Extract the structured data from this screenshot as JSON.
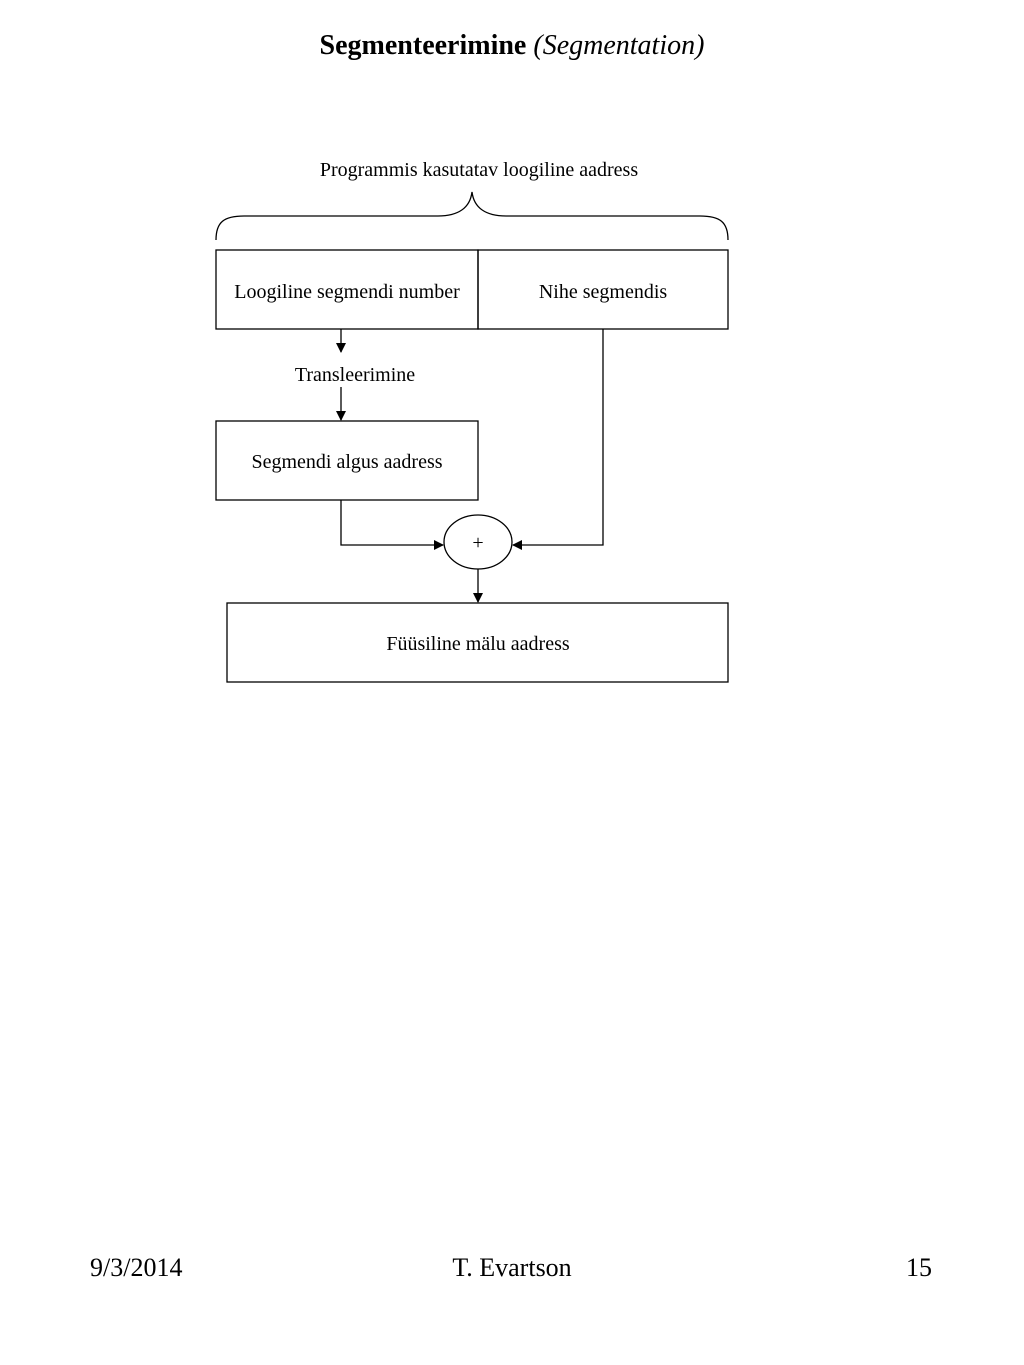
{
  "title": {
    "main": "Segmenteerimine",
    "sub": "(Segmentation)"
  },
  "diagram": {
    "brace_label": "Programmis kasutatav loogiline aadress",
    "segment_number_box": "Loogiline segmendi number",
    "offset_box": "Nihe segmendis",
    "translation_label": "Transleerimine",
    "segment_base_box": "Segmendi algus aadress",
    "adder_symbol": "+",
    "physical_address_box": "Füüsiline mälu aadress"
  },
  "footer": {
    "date": "9/3/2014",
    "author": "T. Evartson",
    "page": "15"
  }
}
